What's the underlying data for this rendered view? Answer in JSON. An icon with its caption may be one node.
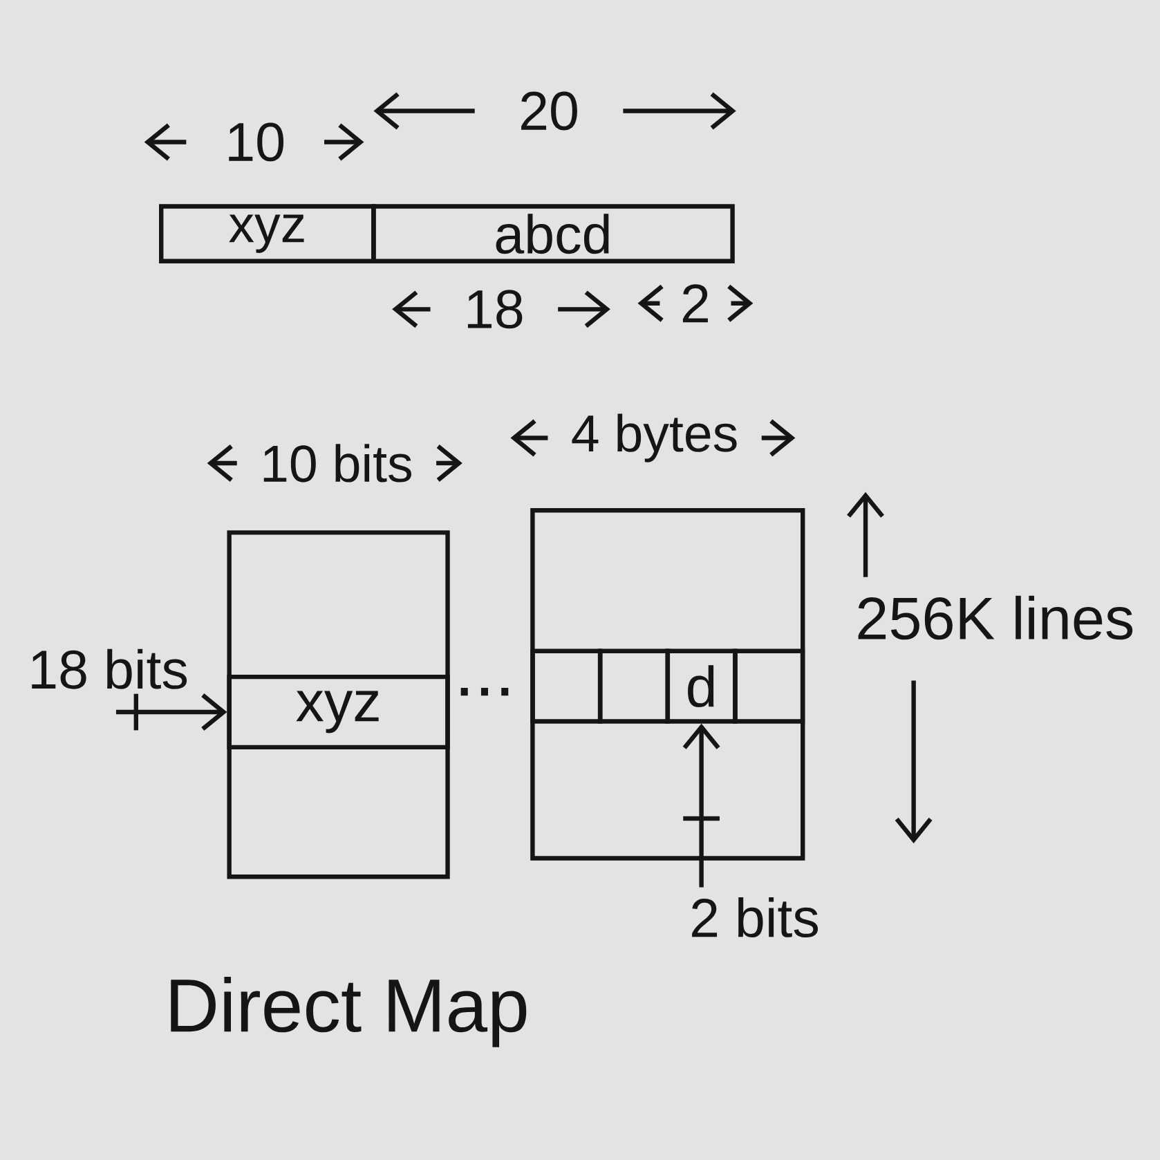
{
  "diagram": {
    "title": "Direct Map",
    "nodes": [
      {
        "text": [
          "xyz"
        ]
      },
      {
        "text": [
          "abcd"
        ]
      },
      {
        "text": [],
        "shape": "box"
      },
      {
        "text": [
          "xyz"
        ],
        "in": 2
      },
      {
        "text": [],
        "shape": "box"
      },
      {
        "text": [],
        "shape": "box",
        "in": 4
      },
      {
        "text": [],
        "shape": "box",
        "in": 4
      },
      {
        "text": [
          "d"
        ],
        "in": 4
      },
      {
        "text": [],
        "shape": "box",
        "in": 4
      },
      {
        "text": [
          "2 bits"
        ]
      }
    ],
    "edges": [
      {
        "from": null,
        "to": 3,
        "arrow": "to",
        "label": "18 bits"
      },
      {
        "from": 9,
        "to": 7,
        "arrow": "to"
      }
    ],
    "labels": [
      "20",
      "10",
      "18",
      "2",
      "4 bytes",
      "10 bits",
      "256K lines",
      "..."
    ]
  }
}
